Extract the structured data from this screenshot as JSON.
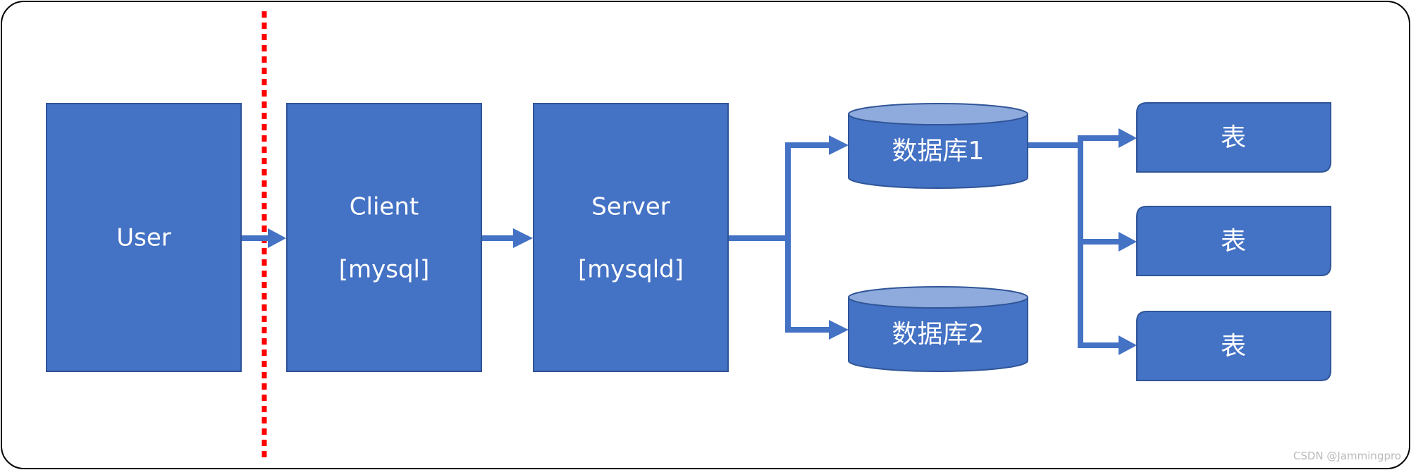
{
  "nodes": {
    "user": {
      "label": "User"
    },
    "client": {
      "line1": "Client",
      "line2": "[mysql]"
    },
    "server": {
      "line1": "Server",
      "line2": "[mysqld]"
    },
    "db1": {
      "label": "数据库1"
    },
    "db2": {
      "label": "数据库2"
    },
    "table1": {
      "label": "表"
    },
    "table2": {
      "label": "表"
    },
    "table3": {
      "label": "表"
    }
  },
  "watermark": "CSDN @Jammingpro",
  "colors": {
    "box_fill": "#4472c4",
    "box_stroke": "#2f5597",
    "cylinder_top": "#8faadc",
    "connector": "#4472c4",
    "separator": "#ff0000",
    "frame": "#000000",
    "text": "#ffffff"
  }
}
